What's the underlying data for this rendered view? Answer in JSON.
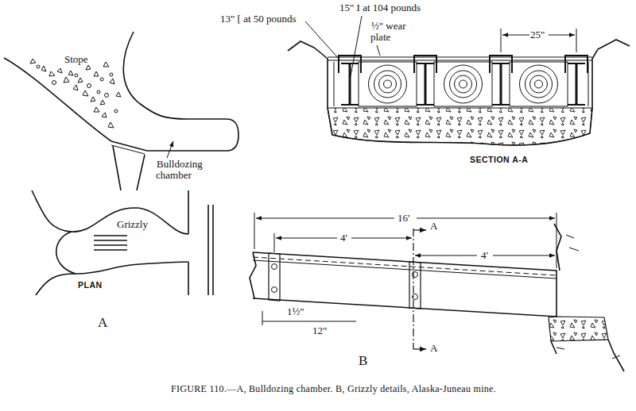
{
  "diagram": {
    "caption": "FIGURE 110.—A, Bulldozing chamber. B, Grizzly details, Alaska-Juneau mine.",
    "labels": [
      "Stope",
      "Bulldozing chamber",
      "13\" [ at 50 pounds",
      "15\" I at 104 pounds",
      "½\" wear plate",
      "25\"",
      "SECTION A-A",
      "Grizzly",
      "PLAN",
      "A",
      "16'",
      "4'",
      "A",
      "4'",
      "1½\"",
      "12\"",
      "A",
      "B"
    ]
  }
}
